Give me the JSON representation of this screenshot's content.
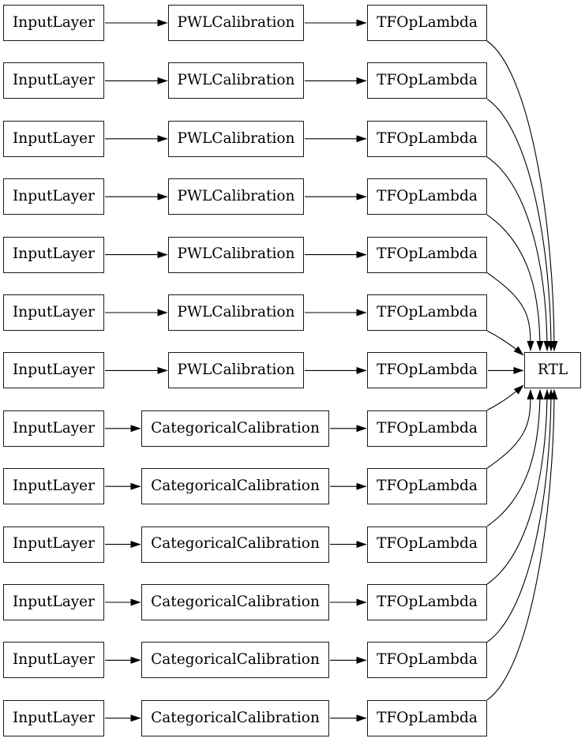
{
  "diagram": {
    "rtl_label": "RTL",
    "rows": [
      {
        "input": "InputLayer",
        "calibration": "PWLCalibration",
        "lambda": "TFOpLambda"
      },
      {
        "input": "InputLayer",
        "calibration": "PWLCalibration",
        "lambda": "TFOpLambda"
      },
      {
        "input": "InputLayer",
        "calibration": "PWLCalibration",
        "lambda": "TFOpLambda"
      },
      {
        "input": "InputLayer",
        "calibration": "PWLCalibration",
        "lambda": "TFOpLambda"
      },
      {
        "input": "InputLayer",
        "calibration": "PWLCalibration",
        "lambda": "TFOpLambda"
      },
      {
        "input": "InputLayer",
        "calibration": "PWLCalibration",
        "lambda": "TFOpLambda"
      },
      {
        "input": "InputLayer",
        "calibration": "PWLCalibration",
        "lambda": "TFOpLambda"
      },
      {
        "input": "InputLayer",
        "calibration": "CategoricalCalibration",
        "lambda": "TFOpLambda"
      },
      {
        "input": "InputLayer",
        "calibration": "CategoricalCalibration",
        "lambda": "TFOpLambda"
      },
      {
        "input": "InputLayer",
        "calibration": "CategoricalCalibration",
        "lambda": "TFOpLambda"
      },
      {
        "input": "InputLayer",
        "calibration": "CategoricalCalibration",
        "lambda": "TFOpLambda"
      },
      {
        "input": "InputLayer",
        "calibration": "CategoricalCalibration",
        "lambda": "TFOpLambda"
      },
      {
        "input": "InputLayer",
        "calibration": "CategoricalCalibration",
        "lambda": "TFOpLambda"
      }
    ]
  },
  "colors": {
    "background": "#ffffff",
    "node_fill": "#ffffff",
    "node_border": "#1a1a1a",
    "edge": "#000000",
    "text": "#000000"
  }
}
